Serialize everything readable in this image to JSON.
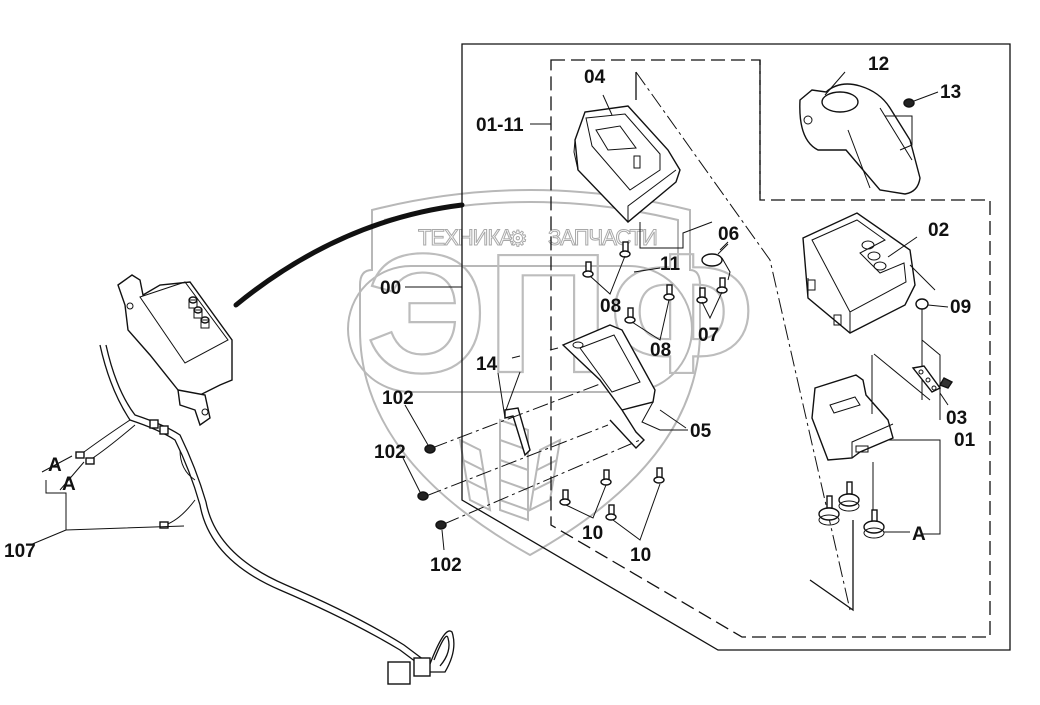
{
  "title": "Instrument panel / controller assembly parts diagram",
  "watermark": {
    "left_text": "ТЕХНИКА",
    "right_text": "ЗАПЧАСТИ",
    "gear_glyph": "⚙",
    "monogram": "ЭПФ",
    "color": "#b8b8b8"
  },
  "labels": {
    "p00": "00",
    "p01": "01",
    "p01_11": "01-11",
    "p02": "02",
    "p03": "03",
    "p04": "04",
    "p05": "05",
    "p06": "06",
    "p07": "07",
    "p08a": "08",
    "p08b": "08",
    "p09": "09",
    "p10a": "10",
    "p10b": "10",
    "p11": "11",
    "p12": "12",
    "p13": "13",
    "p14": "14",
    "p102a": "102",
    "p102b": "102",
    "p102c": "102",
    "p107": "107",
    "refA1": "A",
    "refA2": "A",
    "refA3": "A"
  },
  "colors": {
    "line": "#111111",
    "background": "#ffffff",
    "watermark": "#b8b8b8"
  }
}
